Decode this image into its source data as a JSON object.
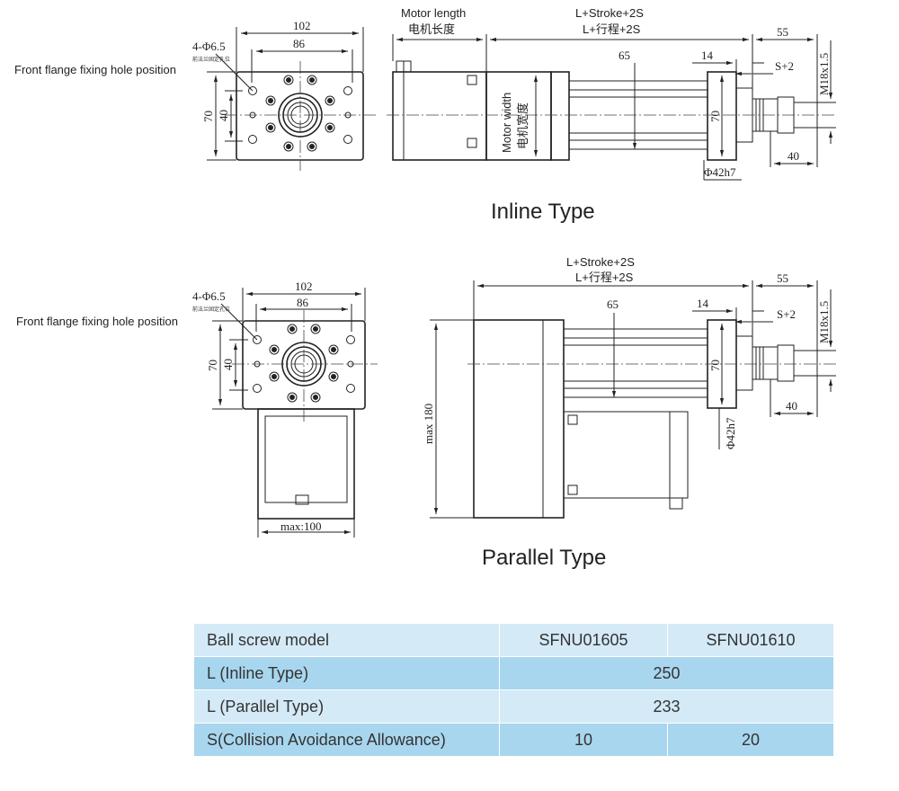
{
  "inline": {
    "hole_spec": "4-Φ6.5",
    "flange_label": "Front flange fixing hole position",
    "flange_label_cn": "前法兰固定孔位",
    "dim_102": "102",
    "dim_86": "86",
    "dim_70": "70",
    "dim_40": "40",
    "motor_length_en": "Motor length",
    "motor_length_cn": "电机长度",
    "stroke_en": "L+Stroke+2S",
    "stroke_cn": "L+行程+2S",
    "motor_width_en": "Motor width",
    "motor_width_cn": "电机宽度",
    "dim_65": "65",
    "dim_14": "14",
    "dim_55": "55",
    "dim_s2": "S+2",
    "dim_m18": "M18x1.5",
    "dim_70_body": "70",
    "dim_phi42": "Φ42h7",
    "dim_40_rod": "40",
    "title": "Inline Type"
  },
  "parallel": {
    "hole_spec": "4-Φ6.5",
    "flange_label": "Front flange fixing hole position",
    "flange_label_cn": "前法兰固定孔位",
    "dim_102": "102",
    "dim_86": "86",
    "dim_70": "70",
    "dim_40": "40",
    "dim_max100": "max:100",
    "dim_max180": "max 180",
    "stroke_en": "L+Stroke+2S",
    "stroke_cn": "L+行程+2S",
    "dim_65": "65",
    "dim_14": "14",
    "dim_55": "55",
    "dim_s2": "S+2",
    "dim_m18": "M18x1.5",
    "dim_70_body": "70",
    "dim_phi42": "Φ42h7",
    "dim_40_rod": "40",
    "title": "Parallel Type"
  },
  "table": {
    "rows": [
      {
        "label": "Ball screw model",
        "a": "SFNU01605",
        "b": "SFNU01610"
      },
      {
        "label": "L (Inline Type)",
        "v": "250"
      },
      {
        "label": "L (Parallel Type)",
        "v": "233"
      },
      {
        "label": "S(Collision Avoidance Allowance)",
        "a": "10",
        "b": "20"
      }
    ]
  }
}
